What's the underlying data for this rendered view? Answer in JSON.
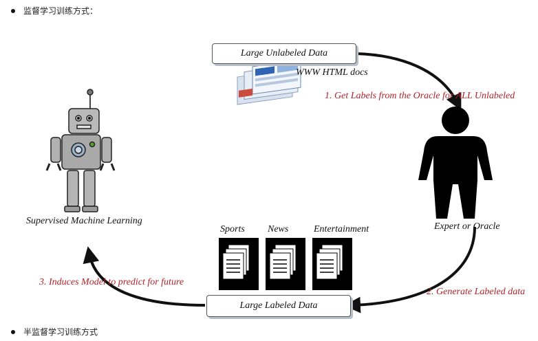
{
  "bullets": {
    "first": "监督学习训练方式：",
    "second": "半监督学习训练方式"
  },
  "diagram": {
    "unlabeled_box": "Large Unlabeled Data",
    "www_label": "WWW HTML docs",
    "step1": "1. Get Labels from the Oracle for ALL Unlabeled",
    "oracle_label": "Expert or Oracle",
    "step2": "2. Generate Labeled data",
    "labeled_box": "Large Labeled Data",
    "step3": "3. Induces Model to predict for future",
    "robot_label": "Supervised Machine Learning",
    "categories": [
      "Sports",
      "News",
      "Entertainment"
    ]
  },
  "colors": {
    "step_text": "#b3222a",
    "arrow": "#111111"
  }
}
